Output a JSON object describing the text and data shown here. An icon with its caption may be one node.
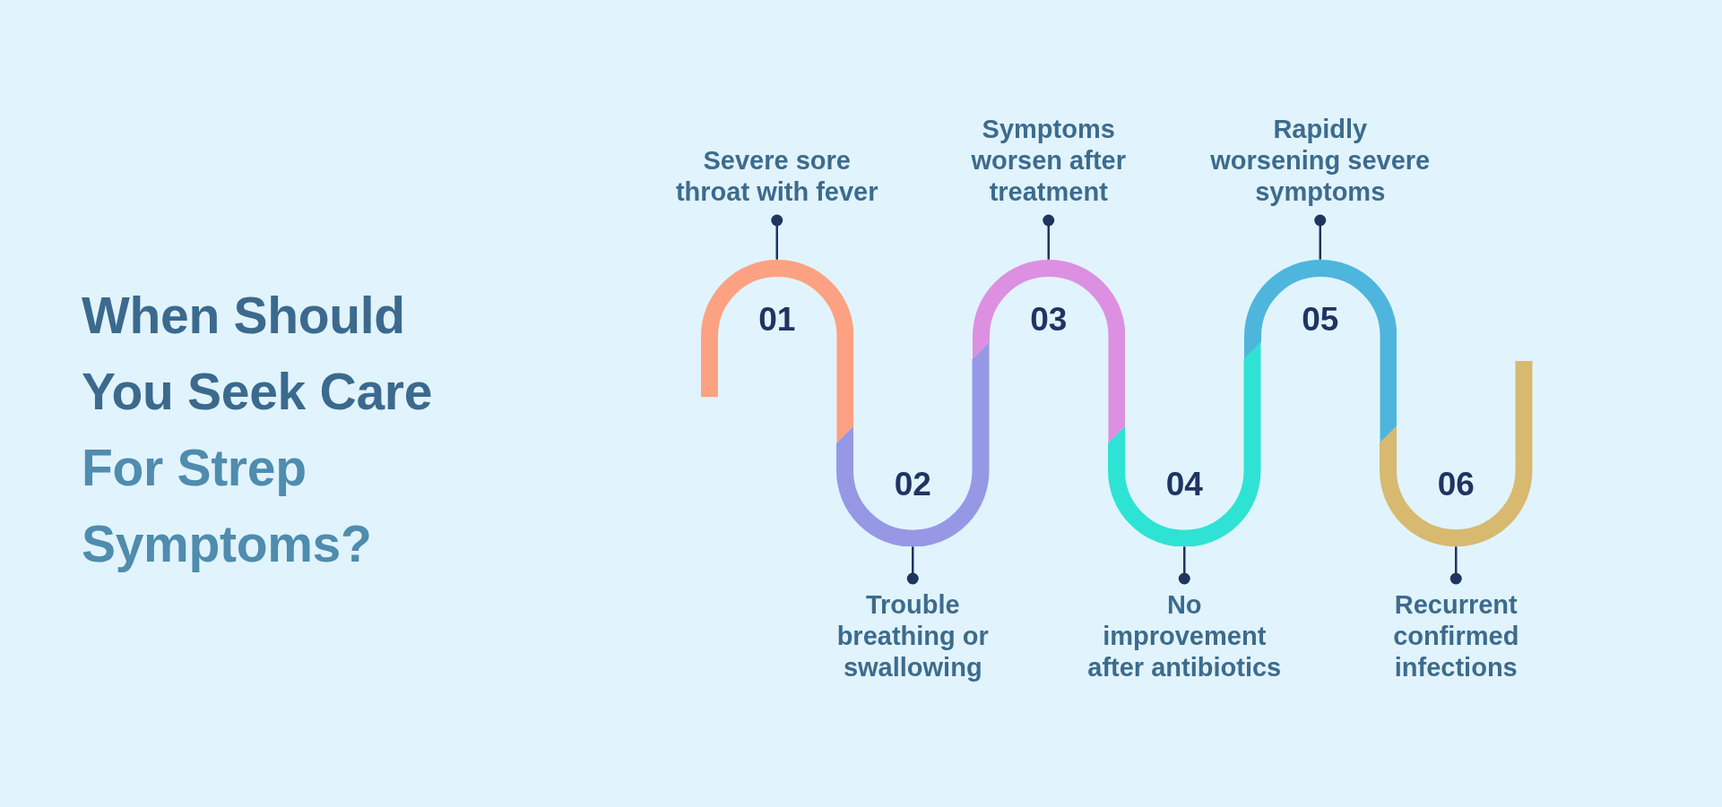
{
  "diagram": {
    "title": "When Should You Seek Care For Strep Symptoms?",
    "nodes": [
      {
        "text": [
          "01"
        ]
      },
      {
        "text": [
          "Severe sore throat with fever"
        ]
      },
      {
        "text": [
          "02"
        ]
      },
      {
        "text": [
          "Trouble breathing or swallowing"
        ]
      },
      {
        "text": [
          "03"
        ]
      },
      {
        "text": [
          "Symptoms worsen after treatment"
        ]
      },
      {
        "text": [
          "04"
        ]
      },
      {
        "text": [
          "No improvement after antibiotics"
        ]
      },
      {
        "text": [
          "05"
        ]
      },
      {
        "text": [
          "Rapidly worsening severe symptoms"
        ]
      },
      {
        "text": [
          "06"
        ]
      },
      {
        "text": [
          "Recurrent confirmed infections"
        ]
      }
    ],
    "edges": [
      {
        "from": 1,
        "to": 0,
        "arrow": "other"
      },
      {
        "from": 3,
        "to": 2,
        "arrow": "other"
      },
      {
        "from": 5,
        "to": 4,
        "arrow": "other"
      },
      {
        "from": 7,
        "to": 6,
        "arrow": "other"
      },
      {
        "from": 9,
        "to": 8,
        "arrow": "other"
      },
      {
        "from": 11,
        "to": 10,
        "arrow": "other"
      }
    ]
  }
}
